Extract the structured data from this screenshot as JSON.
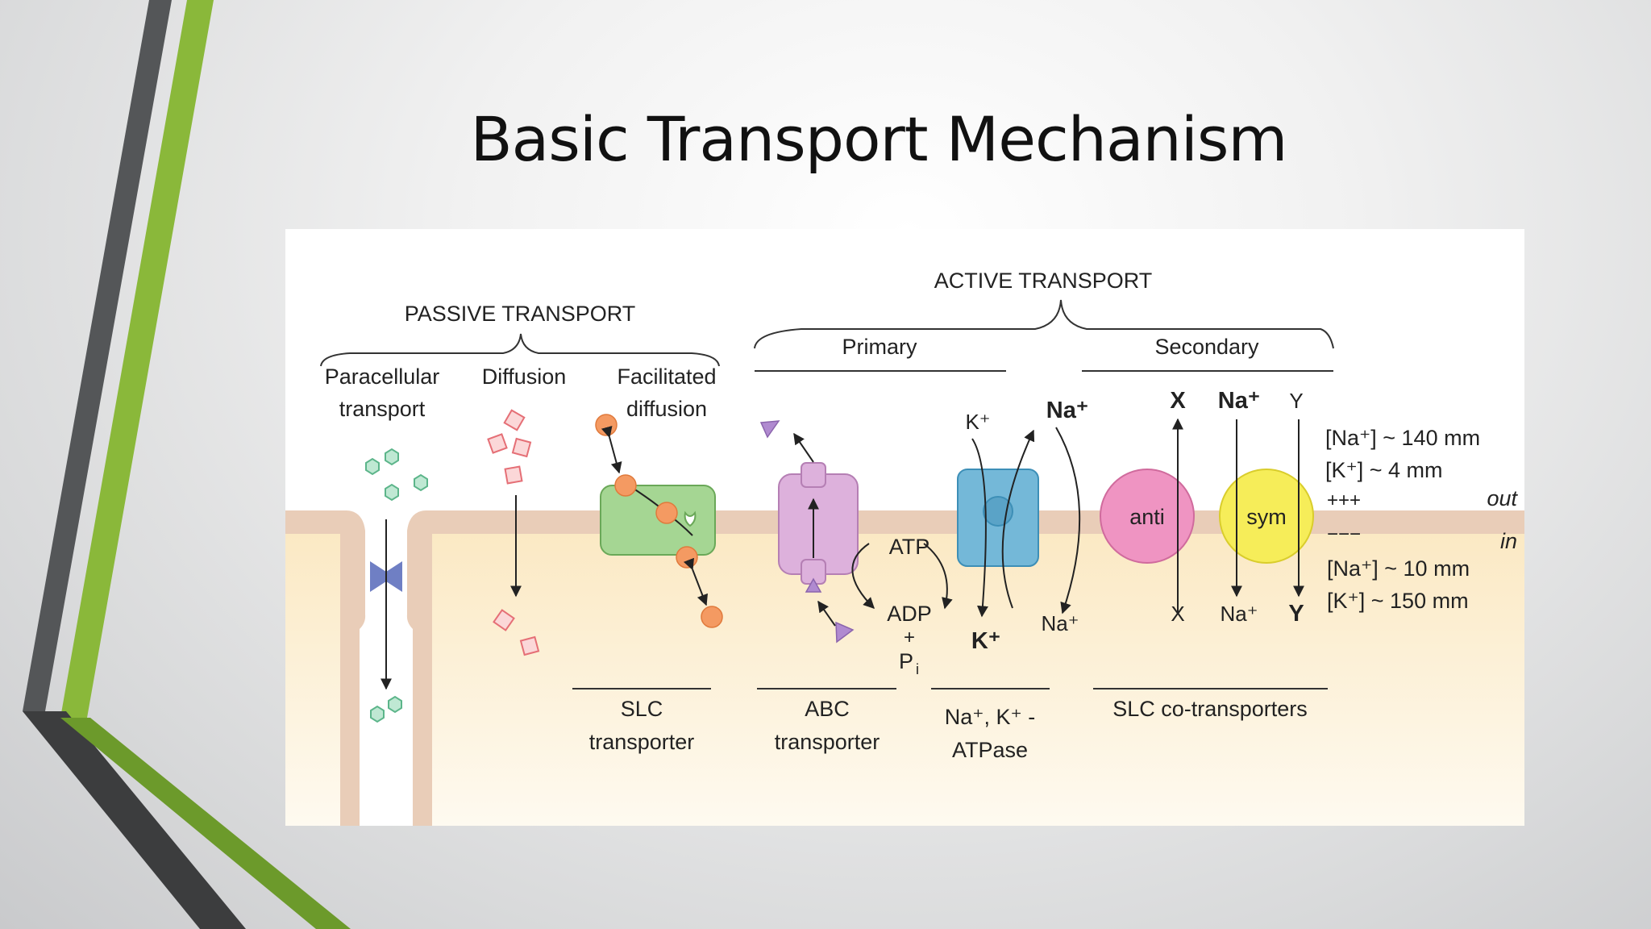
{
  "slide": {
    "title": "Basic Transport Mechanism"
  },
  "diagram": {
    "passive_heading": "PASSIVE TRANSPORT",
    "active_heading": "ACTIVE TRANSPORT",
    "primary": "Primary",
    "secondary": "Secondary",
    "paracellular": [
      "Paracellular",
      "transport"
    ],
    "diffusion": "Diffusion",
    "facilitated": [
      "Facilitated",
      "diffusion"
    ],
    "slc": [
      "SLC",
      "transporter"
    ],
    "abc": [
      "ABC",
      "transporter"
    ],
    "atpase": [
      "Na⁺, K⁺ -",
      "ATPase"
    ],
    "slc_co": "SLC co-transporters",
    "atp": "ATP",
    "adp": "ADP",
    "plus": "+",
    "pi": "P",
    "pi_sub": "i",
    "k_out": "K⁺",
    "na_out": "Na⁺",
    "k_in": "K⁺",
    "na_in": "Na⁺",
    "x_out": "X",
    "na_sym_out": "Na⁺",
    "y_out": "Y",
    "x_in": "X",
    "na_sym_in": "Na⁺",
    "y_in": "Y",
    "anti": "anti",
    "sym": "sym",
    "out_na": "[Na⁺] ~ 140 mm",
    "out_k": "[K⁺] ~ 4 mm",
    "plus_signs": "+++",
    "out_label": "out",
    "minus_signs": "−−−",
    "in_label": "in",
    "in_na": "[Na⁺] ~ 10 mm",
    "in_k": "[K⁺] ~ 150 mm"
  },
  "colors": {
    "green_accent": "#8ab83a",
    "dark_accent": "#4a4b4c",
    "membrane": "#e9cdb8",
    "cytoplasm": "#fcf0cf",
    "facilitated_carrier": "#9fd38d",
    "abc_transporter": "#d9a9d8",
    "atpase_pump": "#6fb6d6",
    "antiporter": "#ef8fbe",
    "symporter": "#f4ea54",
    "solute_orange": "#f49a62",
    "solute_green": "#6fc59b",
    "solute_red": "#e56f76",
    "tight_junction": "#6f7fc4"
  }
}
